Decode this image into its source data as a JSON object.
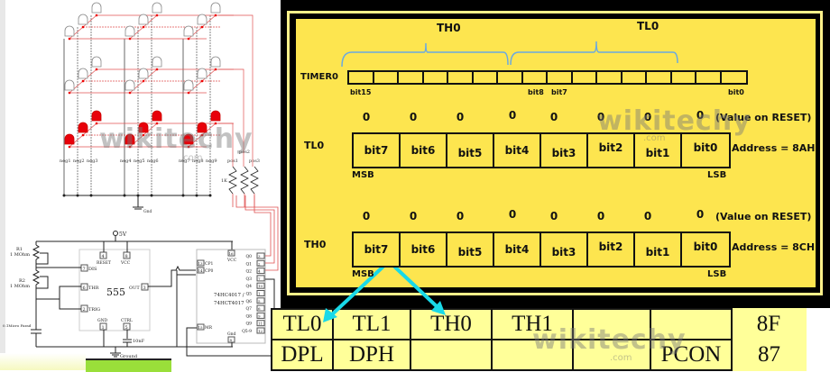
{
  "circuit": {
    "cube_labels": {
      "neg": [
        "neg1",
        "neg2",
        "neg3",
        "neg4",
        "neg5",
        "neg6",
        "neg7",
        "neg8",
        "neg9"
      ],
      "pos": [
        "pos1",
        "pos2",
        "pos3"
      ],
      "resistor": "1K",
      "ground": "Gnd"
    },
    "timer555": {
      "chip_label": "555",
      "supply": "5V",
      "r1_label": "R1",
      "r1_value": "1 MOhm",
      "r2_label": "R2",
      "r2_value": "1 MOhm",
      "cap_label": "0.1Micro Farad",
      "ctrl_cap": "10nF",
      "ground": "Ground",
      "pins": [
        {
          "num": "4",
          "name": "RESET"
        },
        {
          "num": "8",
          "name": "VCC"
        },
        {
          "num": "7",
          "name": "DIS"
        },
        {
          "num": "6",
          "name": "THR"
        },
        {
          "num": "2",
          "name": "TRIG"
        },
        {
          "num": "3",
          "name": "OUT"
        },
        {
          "num": "1",
          "name": "GND"
        },
        {
          "num": "5",
          "name": "CTRL"
        }
      ]
    },
    "counter": {
      "chip_label_1": "74HC4017 /",
      "chip_label_2": "74HCT4017",
      "vcc": "VCC",
      "vcc_pin": "16",
      "gnd": "Gnd",
      "gnd_pin": "8",
      "inputs": [
        {
          "num": "13",
          "name": "CP1"
        },
        {
          "num": "14",
          "name": "CP0"
        },
        {
          "num": "15",
          "name": "MR"
        }
      ],
      "outputs": [
        {
          "name": "Q0",
          "num": "3"
        },
        {
          "name": "Q1",
          "num": "2"
        },
        {
          "name": "Q2",
          "num": "4"
        },
        {
          "name": "Q3",
          "num": "7"
        },
        {
          "name": "Q4",
          "num": "10"
        },
        {
          "name": "Q5",
          "num": "1"
        },
        {
          "name": "Q6",
          "num": "5"
        },
        {
          "name": "Q7",
          "num": "6"
        },
        {
          "name": "Q8",
          "num": "9"
        },
        {
          "name": "Q9",
          "num": "11"
        },
        {
          "name": "Q5-9",
          "num": "12"
        }
      ]
    }
  },
  "timer_panel": {
    "th0_brace": "TH0",
    "tl0_brace": "TL0",
    "timer_label": "TIMER0",
    "timer_bits": 16,
    "bit_labels": {
      "b15": "bit15",
      "b8": "bit8",
      "b7": "bit7",
      "b0": "bit0"
    },
    "registers": [
      {
        "name": "TL0",
        "reset_values": [
          "0",
          "0",
          "0",
          "0",
          "0",
          "0",
          "0",
          "0"
        ],
        "reset_note": "(Value on RESET)",
        "bits": [
          "bit7",
          "bit6",
          "bit5",
          "bit4",
          "bit3",
          "bit2",
          "bit1",
          "bit0"
        ],
        "address": "Address = 8AH",
        "msb": "MSB",
        "lsb": "LSB"
      },
      {
        "name": "TH0",
        "reset_values": [
          "0",
          "0",
          "0",
          "0",
          "0",
          "0",
          "0",
          "0"
        ],
        "reset_note": "(Value on RESET)",
        "bits": [
          "bit7",
          "bit6",
          "bit5",
          "bit4",
          "bit3",
          "bit2",
          "bit1",
          "bit0"
        ],
        "address": "Address = 8CH",
        "msb": "MSB",
        "lsb": "LSB"
      }
    ]
  },
  "sfr_table": {
    "rows": [
      {
        "cells": [
          "TL0",
          "TL1",
          "TH0",
          "TH1",
          "",
          ""
        ],
        "address": "8F"
      },
      {
        "cells": [
          "DPL",
          "DPH",
          "",
          "",
          "",
          "PCON"
        ],
        "address": "87"
      }
    ]
  },
  "watermark": {
    "text": "wikitechy",
    "sub": ".com"
  },
  "colors": {
    "panel_yellow": "#fde54f",
    "table_yellow": "#ffff99",
    "arrow_cyan": "#19d9e8",
    "brace_blue": "#6aa9e0",
    "led_red": "#e8000a",
    "wire_red": "#e05050"
  }
}
